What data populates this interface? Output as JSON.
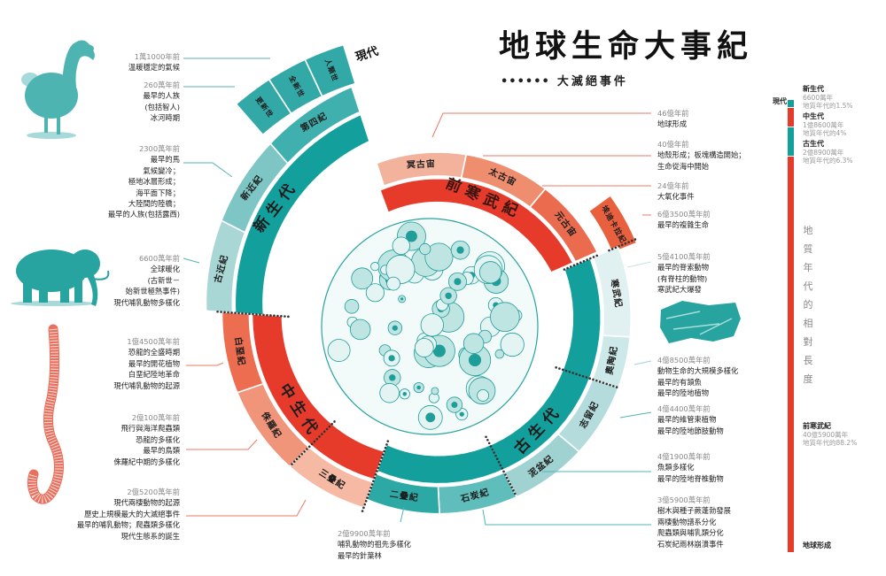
{
  "title": "地球生命大事紀",
  "subtitle": {
    "marker": "••••••",
    "text": "大滅絕事件"
  },
  "colors": {
    "teal": "#13a09c",
    "red": "#e63a2b"
  },
  "ring": {
    "precambrian": {
      "label": "前寒武紀",
      "eons": [
        "冥古宙",
        "太古宙",
        "元古宙"
      ],
      "ediacaran": "埃迪卡拉紀"
    },
    "paleozoic": {
      "label": "古生代",
      "periods": [
        "寒武紀",
        "奧陶紀",
        "志留紀",
        "泥盆紀",
        "石炭紀",
        "二疊紀"
      ]
    },
    "mesozoic": {
      "label": "中生代",
      "periods": [
        "三疊紀",
        "侏羅紀",
        "白堊紀"
      ]
    },
    "cenozoic": {
      "label": "新生代",
      "periods": [
        "古近紀",
        "新近紀",
        "第四紀"
      ],
      "epochs": [
        "更新世",
        "全新世",
        "人類世"
      ],
      "modern_label": "現代"
    }
  },
  "left_notes": [
    {
      "date": "1萬1000年前",
      "lines": [
        "溫暖穩定的氣候"
      ]
    },
    {
      "date": "260萬年前",
      "lines": [
        "最早的人族",
        "(包括智人)",
        "冰河時期"
      ]
    },
    {
      "date": "2300萬年前",
      "lines": [
        "最早的馬",
        "氣候變冷；",
        "極地冰層形成；",
        "海平面下降；",
        "大陸間的陸橋；",
        "最早的人族(包括露西)"
      ]
    },
    {
      "date": "6600萬年前",
      "lines": [
        "全球暖化",
        "(古新世－",
        "始新世極熱事件)",
        "現代哺乳動物多樣化"
      ]
    },
    {
      "date": "1億4500萬年前",
      "lines": [
        "恐龍的全盛時期",
        "最早的開花植物",
        "白堊紀陸地革命",
        "現代哺乳動物的起源"
      ]
    },
    {
      "date": "2億100萬年前",
      "lines": [
        "飛行與海洋爬蟲類",
        "恐龍的多樣化",
        "最早的鳥類",
        "侏羅紀中期的多樣化"
      ]
    },
    {
      "date": "2億5200萬年前",
      "lines": [
        "現代兩棲動物的起源",
        "歷史上規模最大的大滅絕事件",
        "最早的哺乳動物；爬蟲類多樣化",
        "現代生態系的誕生"
      ]
    }
  ],
  "bottom_note": {
    "date": "2億9900萬年前",
    "lines": [
      "哺乳動物的祖先多樣化",
      "最早的針葉林"
    ]
  },
  "right_notes": [
    {
      "date": "46億年前",
      "lines": [
        "地球形成"
      ]
    },
    {
      "date": "40億年前",
      "lines": [
        "地殼形成；板塊構造開始；",
        "生命從海中開始"
      ]
    },
    {
      "date": "24億年前",
      "lines": [
        "大氧化事件"
      ]
    },
    {
      "date": "6億3500萬年前",
      "lines": [
        "最早的複雜生命"
      ]
    },
    {
      "date": "5億4100萬年前",
      "lines": [
        "最早的脊索動物",
        "(有脊柱的動物)",
        "寒武紀大爆發"
      ]
    },
    {
      "date": "4億8500萬年前",
      "lines": [
        "動物生命的大規模多樣化",
        "最早的有頷魚",
        "最早的陸地植物"
      ]
    },
    {
      "date": "4億4400萬年前",
      "lines": [
        "最早的維管束植物",
        "最早的陸地節肢動物"
      ]
    },
    {
      "date": "4億1900萬年前",
      "lines": [
        "魚類多樣化",
        "最早的陸地脊椎動物"
      ]
    },
    {
      "date": "3億5900萬年前",
      "lines": [
        "樹木與種子蕨蓬勃發展",
        "兩棲動物譜系分化",
        "爬蟲類與哺乳類分化",
        "石炭紀雨林崩潰事件"
      ]
    }
  ],
  "time_bar": {
    "modern_label": "現代",
    "segments": [
      {
        "name": "新生代",
        "duration": "6600萬年",
        "share": "地質年代的1.5%",
        "percent": 1.5
      },
      {
        "name": "中生代",
        "duration": "1億8600萬年",
        "share": "地質年代的4%",
        "percent": 4
      },
      {
        "name": "古生代",
        "duration": "2億8900萬年",
        "share": "地質年代的6.3%",
        "percent": 6.3
      },
      {
        "name": "前寒武紀",
        "duration": "40億5900萬年",
        "share": "地質年代的88.2%",
        "percent": 88.2
      }
    ],
    "vertical_caption": "地質年代的相對長度",
    "end_label": "地球形成"
  }
}
